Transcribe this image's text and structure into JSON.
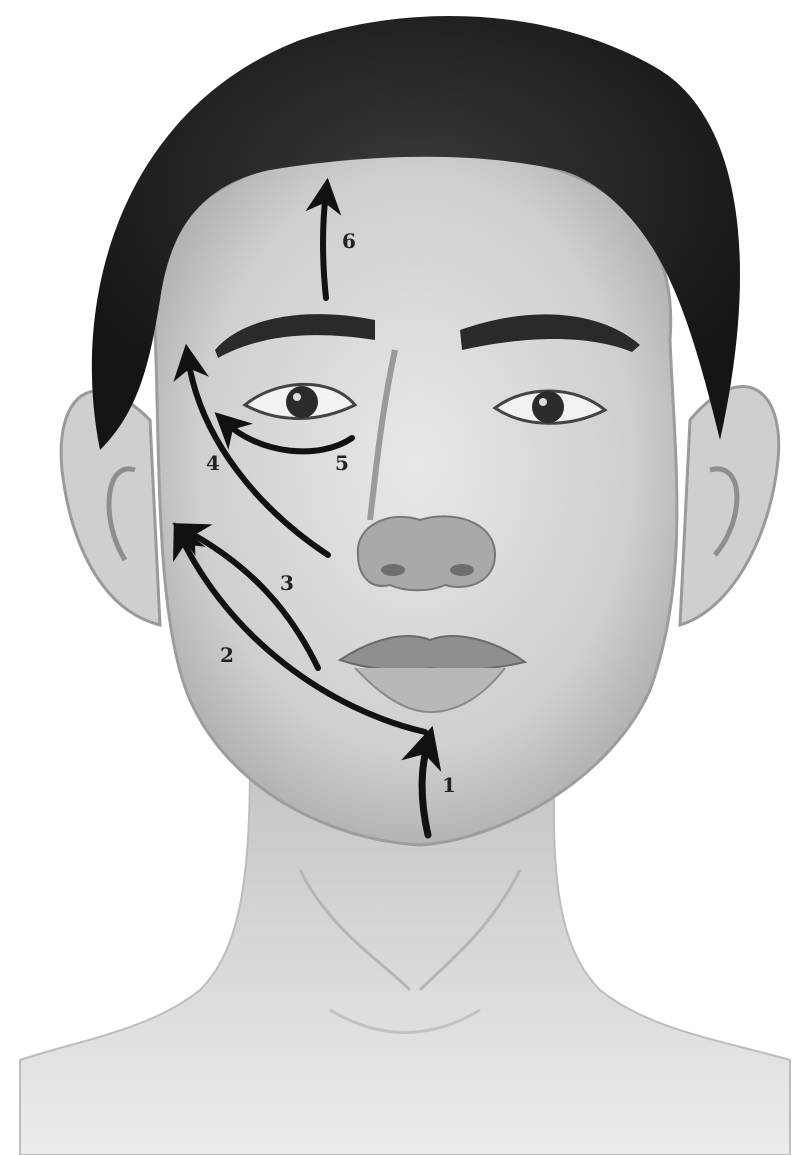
{
  "diagram": {
    "background_color": "#ffffff",
    "skin_color": "#d9d9d9",
    "hair_color": "#1e1e1e",
    "arrow_color": "#111111",
    "arrows": [
      {
        "label": "1",
        "from": "chin",
        "to": "lower-lip",
        "icon": "arrow-up-icon"
      },
      {
        "label": "2",
        "from": "lower-lip",
        "to": "earlobe",
        "icon": "curved-arrow-icon"
      },
      {
        "label": "3",
        "from": "mouth-corner",
        "to": "earlobe",
        "icon": "curved-arrow-icon"
      },
      {
        "label": "4",
        "from": "nose-side",
        "to": "temple",
        "icon": "curved-arrow-icon"
      },
      {
        "label": "5",
        "from": "under-eye-inner",
        "to": "outer-eye-corner",
        "icon": "curved-arrow-icon"
      },
      {
        "label": "6",
        "from": "between-brows",
        "to": "hairline",
        "icon": "arrow-up-icon"
      }
    ]
  }
}
